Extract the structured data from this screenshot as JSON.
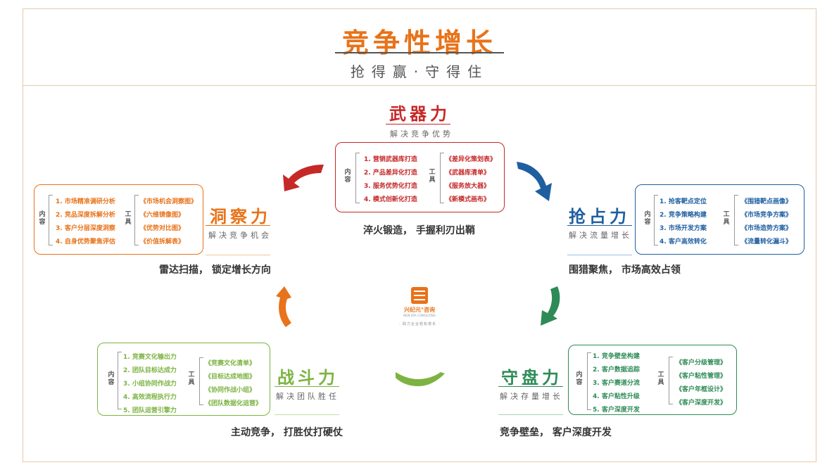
{
  "header": {
    "title": "竞争性增长",
    "subtitle": "抢得赢·守得住"
  },
  "logo": {
    "name": "兴纪元°咨询",
    "english": "NEW ERA CONSULTING",
    "slogan": "· 助力企业轻松增长 ·"
  },
  "colors": {
    "weapon": "#c62828",
    "insight": "#e8731a",
    "capture": "#1f5fa0",
    "combat": "#7cb342",
    "defend": "#2e8b57"
  },
  "sections": {
    "weapon": {
      "title": "武器力",
      "subtitle": "解决竞争优势",
      "content_label": "内容",
      "tool_label": "工具",
      "contents": [
        "1. 营销武器库打造",
        "2. 产品差异化打造",
        "3. 服务优势化打造",
        "4. 模式创新化打造"
      ],
      "tools": [
        "《差异化策划表》",
        "《武器库清单》",
        "《服务放大器》",
        "《新模式画布》"
      ],
      "slogan": "淬火锻造， 手握利刃出鞘"
    },
    "insight": {
      "title": "洞察力",
      "subtitle": "解决竞争机会",
      "content_label": "内容",
      "tool_label": "工具",
      "contents": [
        "1. 市场精准调研分析",
        "2. 竞品深度拆解分析",
        "3. 客户分层深度洞察",
        "4. 自身优势聚焦评估"
      ],
      "tools": [
        "《市场机会洞察图》",
        "《六维镜像图》",
        "《优势对比图》",
        "《价值拆解表》"
      ],
      "slogan": "雷达扫描， 锁定增长方向"
    },
    "capture": {
      "title": "抢占力",
      "subtitle": "解决流量增长",
      "content_label": "内容",
      "tool_label": "工具",
      "contents": [
        "1. 抢客靶点定位",
        "2. 竞争策略构建",
        "3. 市场开发方案",
        "4. 客户高效转化"
      ],
      "tools": [
        "《围猎靶点画像》",
        "《市场竞争方案》",
        "《市场造势方案》",
        "《流量转化漏斗》"
      ],
      "slogan": "围猎聚焦， 市场高效占领"
    },
    "combat": {
      "title": "战斗力",
      "subtitle": "解决团队胜任",
      "content_label": "内容",
      "tool_label": "工具",
      "contents": [
        "1. 竞赛文化输出力",
        "2. 团队目标达成力",
        "3. 小组协同作战力",
        "4. 高效流程执行力",
        "5. 团队运营引擎力"
      ],
      "tools": [
        "《竞赛文化清单》",
        "《目标达成地图》",
        "《协同作战小组》",
        "《团队数据化运营》"
      ],
      "slogan": "主动竞争， 打胜仗打硬仗"
    },
    "defend": {
      "title": "守盘力",
      "subtitle": "解决存量增长",
      "content_label": "内容",
      "tool_label": "工具",
      "contents": [
        "1. 竞争壁垒构建",
        "2. 客户数据追踪",
        "3. 客户赛道分流",
        "4. 客户粘性升级",
        "5. 客户深度开发"
      ],
      "tools": [
        "《客户分级管理》",
        "《客户粘性管理》",
        "《客户年框设计》",
        "《客户深度开发》"
      ],
      "slogan": "竞争壁垒， 客户深度开发"
    }
  }
}
